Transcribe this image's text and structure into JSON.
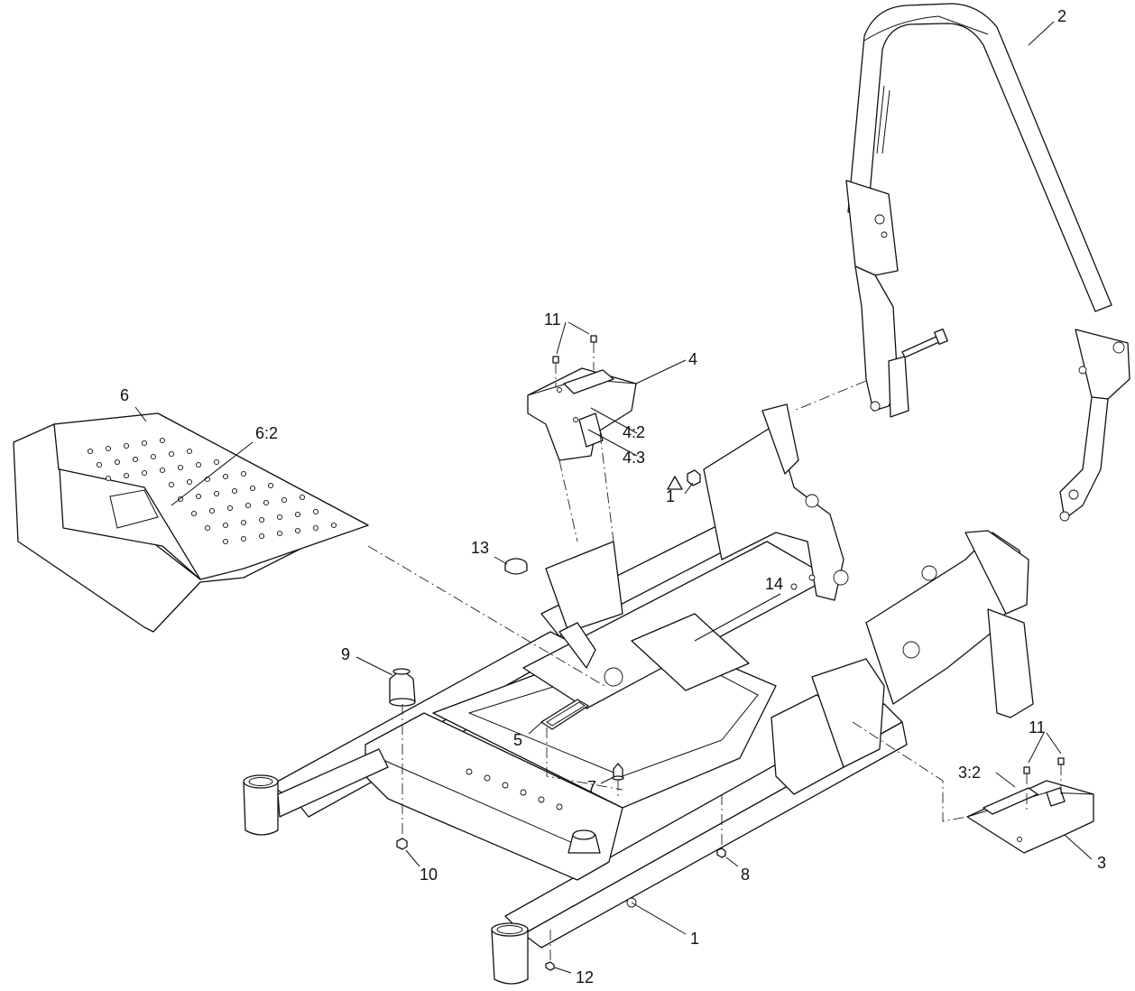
{
  "callouts": [
    {
      "key": "c1",
      "text": "1"
    },
    {
      "key": "c1b",
      "text": "1"
    },
    {
      "key": "c2",
      "text": "2"
    },
    {
      "key": "c3",
      "text": "3"
    },
    {
      "key": "c3_2",
      "text": "3:2"
    },
    {
      "key": "c4",
      "text": "4"
    },
    {
      "key": "c4_2",
      "text": "4:2"
    },
    {
      "key": "c4_3",
      "text": "4:3"
    },
    {
      "key": "c5",
      "text": "5"
    },
    {
      "key": "c6",
      "text": "6"
    },
    {
      "key": "c6_2",
      "text": "6:2"
    },
    {
      "key": "c7",
      "text": "7"
    },
    {
      "key": "c8",
      "text": "8"
    },
    {
      "key": "c9",
      "text": "9"
    },
    {
      "key": "c10",
      "text": "10"
    },
    {
      "key": "c11a",
      "text": "11"
    },
    {
      "key": "c11b",
      "text": "11"
    },
    {
      "key": "c12",
      "text": "12"
    },
    {
      "key": "c13",
      "text": "13"
    },
    {
      "key": "c14",
      "text": "14"
    }
  ]
}
